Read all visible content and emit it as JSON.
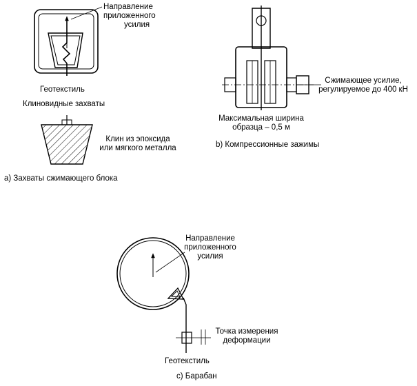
{
  "panel_a": {
    "direction_label": [
      "Направление",
      "приложенного",
      "усилия"
    ],
    "geotextile_label": "Геотекстиль",
    "wedge_grips_label": "Клиновидные захваты",
    "wedge_material_label": [
      "Клин из эпоксида",
      "или мягкого металла"
    ],
    "caption": "a) Захваты сжимающего блока"
  },
  "panel_b": {
    "clamp_force_label": [
      "Сжимающее усилие,",
      "регулируемое до 400 кН"
    ],
    "max_width_label": [
      "Максимальная ширина",
      "образца – 0,5 м"
    ],
    "caption": "b) Компрессионные зажимы"
  },
  "panel_c": {
    "direction_label": [
      "Направление",
      "приложенного",
      "усилия"
    ],
    "measure_point_label": [
      "Точка измерения",
      "деформации"
    ],
    "geotextile_label": "Геотекстиль",
    "caption": "c) Барабан"
  }
}
